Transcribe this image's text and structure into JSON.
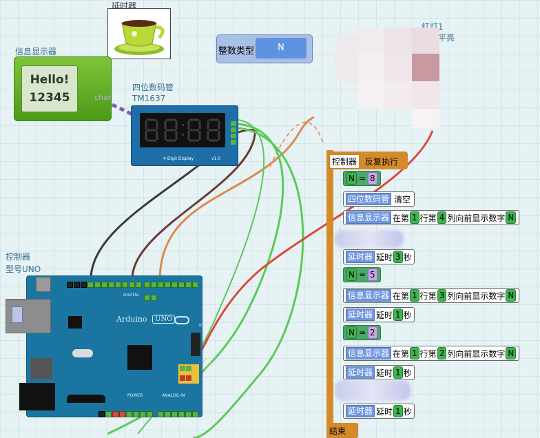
{
  "timer": {
    "title": "延时器"
  },
  "info_display": {
    "title": "信息显示器",
    "line1": "Hello!",
    "line2": "12345",
    "connector": "char"
  },
  "seg_display": {
    "title": "四位数码管",
    "model": "TM1637",
    "board_text": "4-Digit Display",
    "version": "v1.0"
  },
  "variable_block": {
    "label": "整数类型",
    "value": "N"
  },
  "red_led": {
    "title": "红灯1",
    "subtitle": "低电平亮"
  },
  "controller": {
    "title": "控制器",
    "model": "型号UNO",
    "board_label": "Arduino",
    "board_model": "UNO",
    "silk_digital": "DIGITAL",
    "silk_power": "POWER",
    "silk_analog": "ANALOG IN",
    "silk_icsp": "ICSP"
  },
  "program": {
    "header_chip": "控制器",
    "header_text": "反复执行",
    "footer": "结束",
    "statements": [
      {
        "type": "assign",
        "var": "N",
        "op": "=",
        "value": "8"
      },
      {
        "type": "call",
        "device": "四位数码管",
        "text": "清空"
      },
      {
        "type": "call",
        "device": "信息显示器",
        "pre": "在第",
        "row": "1",
        "mid": "行第",
        "col": "4",
        "post": "列向前显示数字",
        "arg": "N"
      },
      {
        "type": "call",
        "device": "延时器",
        "pre": "延时",
        "value": "3",
        "post": "秒"
      },
      {
        "type": "assign",
        "var": "N",
        "op": "=",
        "value": "5"
      },
      {
        "type": "call",
        "device": "信息显示器",
        "pre": "在第",
        "row": "1",
        "mid": "行第",
        "col": "3",
        "post": "列向前显示数字",
        "arg": "N"
      },
      {
        "type": "call",
        "device": "延时器",
        "pre": "延时",
        "value": "1",
        "post": "秒"
      },
      {
        "type": "assign",
        "var": "N",
        "op": "=",
        "value": "2"
      },
      {
        "type": "call",
        "device": "信息显示器",
        "pre": "在第",
        "row": "1",
        "mid": "行第",
        "col": "2",
        "post": "列向前显示数字",
        "arg": "N"
      },
      {
        "type": "call",
        "device": "延时器",
        "pre": "延时",
        "value": "1",
        "post": "秒"
      },
      {
        "type": "call",
        "device": "延时器",
        "pre": "延时",
        "value": "1",
        "post": "秒"
      }
    ]
  },
  "colors": {
    "wire_green": "#5cc85a",
    "wire_orange": "#e0894a",
    "wire_red": "#d84a3c",
    "wire_brown": "#6e3a34",
    "wire_black": "#3a3a3a"
  }
}
